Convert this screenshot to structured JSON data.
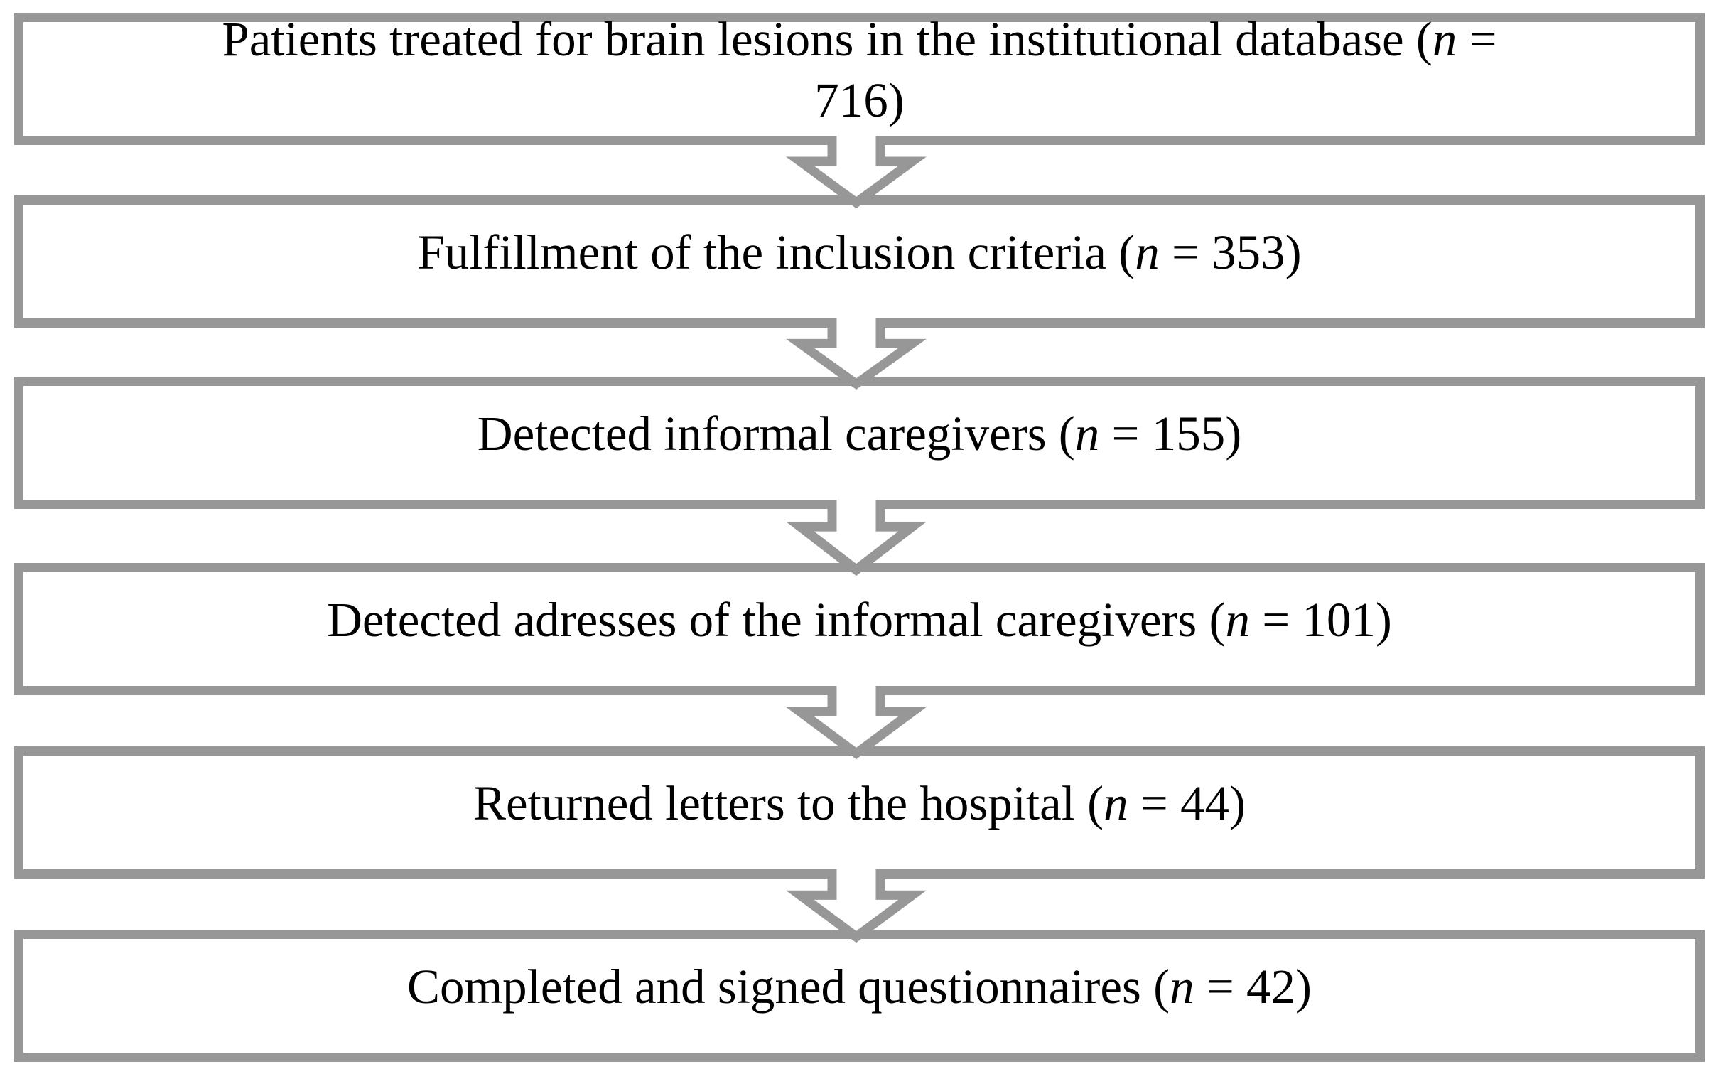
{
  "flowchart": {
    "boxes": [
      {
        "pre": "Patients treated for brain lesions in the institutional database (",
        "n": "n",
        "post": " =",
        "line2": "716)",
        "n_value": 716
      },
      {
        "pre": "Fulfillment of the inclusion criteria (",
        "n": "n",
        "post": " = 353)",
        "n_value": 353
      },
      {
        "pre": "Detected informal caregivers (",
        "n": "n",
        "post": " = 155)",
        "n_value": 155
      },
      {
        "pre": "Detected adresses of the informal caregivers (",
        "n": "n",
        "post": " = 101)",
        "n_value": 101
      },
      {
        "pre": "Returned letters to the hospital (",
        "n": "n",
        "post": " = 44)",
        "n_value": 44
      },
      {
        "pre": "Completed and signed questionnaires (",
        "n": "n",
        "post": " = 42)",
        "n_value": 42
      }
    ],
    "arrows": {
      "icon": "block-down-arrow-icon",
      "count": 5,
      "direction": "down"
    },
    "colors": {
      "box_border": "#979797",
      "arrow_outline": "#979797",
      "box_fill": "#ffffff",
      "text": "#000000",
      "background": "#ffffff"
    }
  }
}
